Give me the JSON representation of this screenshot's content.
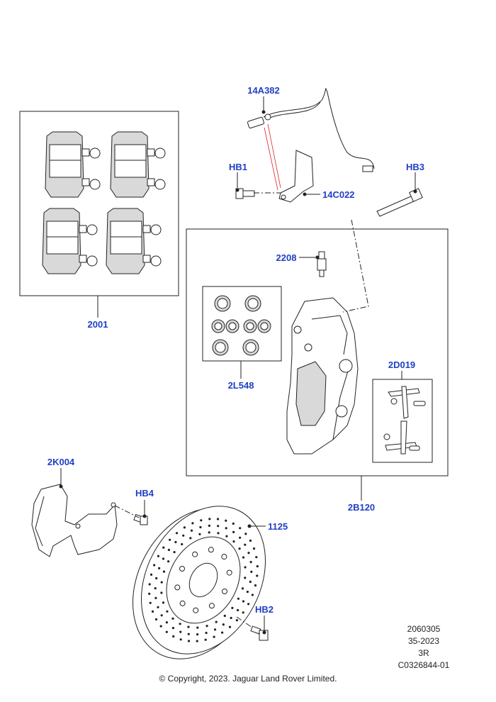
{
  "callouts": {
    "c14a382": "14A382",
    "hb1": "HB1",
    "hb3": "HB3",
    "c14c022": "14C022",
    "c2001": "2001",
    "c2208": "2208",
    "c2l548": "2L548",
    "c2d019": "2D019",
    "c2k004": "2K004",
    "hb4": "HB4",
    "c1125": "1125",
    "c2b120": "2B120",
    "hb2": "HB2"
  },
  "info": {
    "line1": "2060305",
    "line2": "35-2023",
    "line3": "3R",
    "line4": "C0326844-01"
  },
  "copyright": "© Copyright, 2023. Jaguar Land Rover Limited.",
  "colors": {
    "callout": "#1f3fc4",
    "line": "#222222",
    "wire": "#dd2222"
  }
}
